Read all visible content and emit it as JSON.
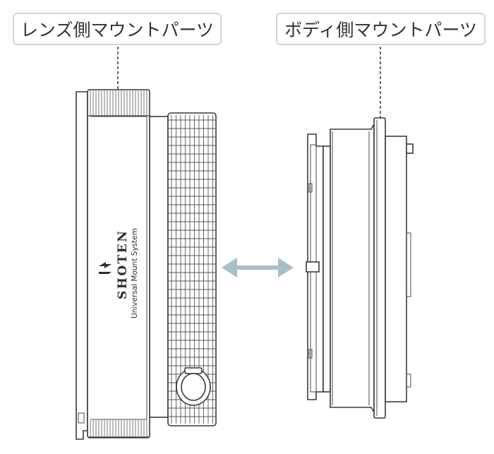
{
  "labels": {
    "lens_side": "レンズ側マウントパーツ",
    "body_side": "ボディ側マウントパーツ"
  },
  "branding": {
    "name": "SHOTEN",
    "tagline": "Universal Mount System"
  },
  "colors": {
    "label_border": "#c9d8df",
    "arrow": "#a9bfc8",
    "line": "#3a3a3a"
  },
  "icons": {
    "connector": "double-arrow-icon",
    "logo": "shoten-logo-icon"
  }
}
